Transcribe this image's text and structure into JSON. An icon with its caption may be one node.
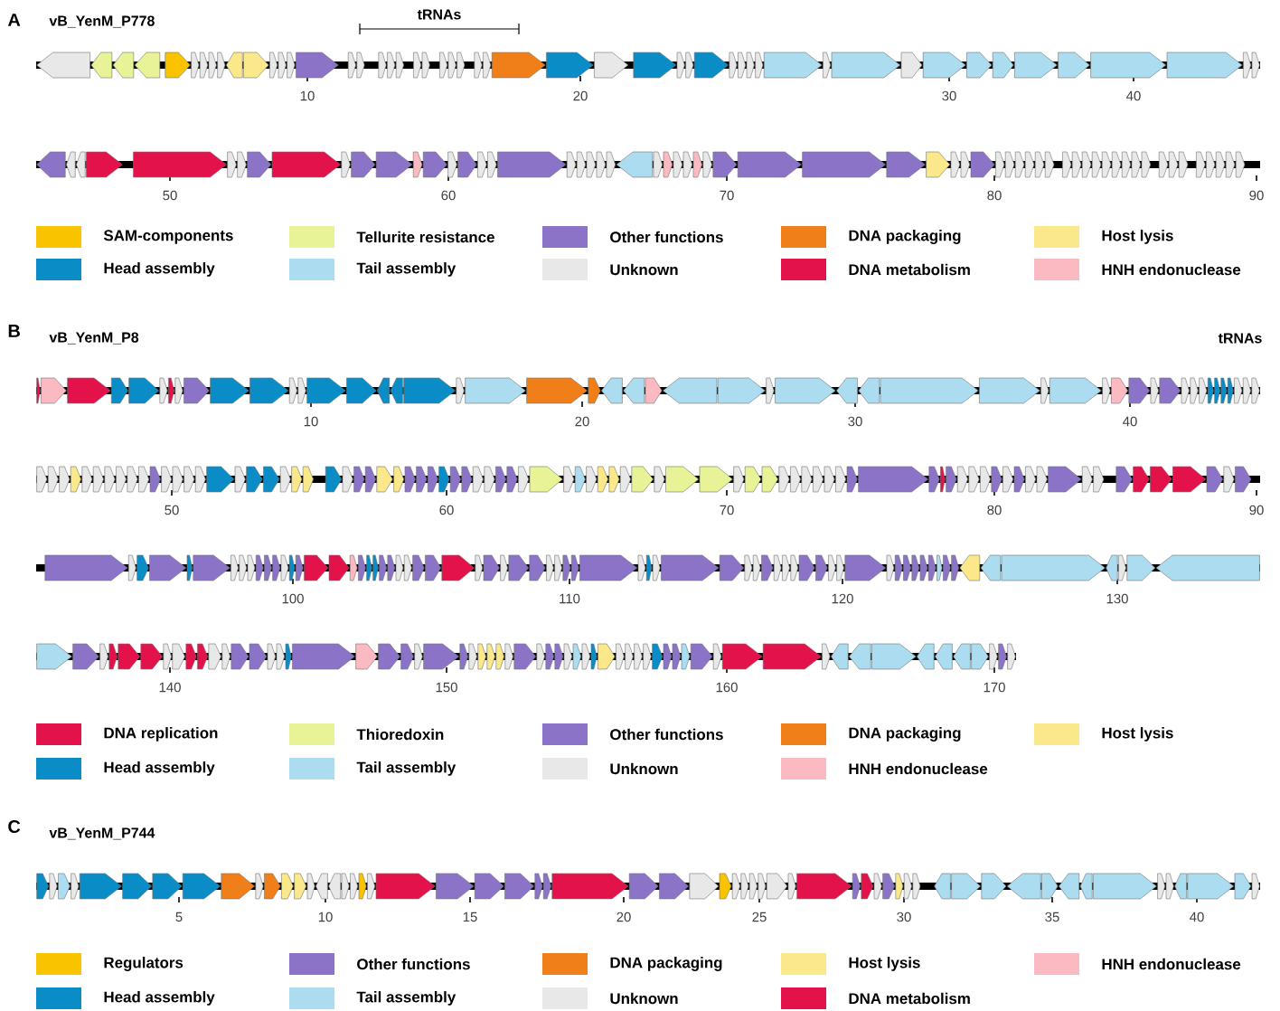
{
  "diagram": {
    "labels": [
      "A",
      "vB_YenM_P778",
      "tRNAs",
      "10",
      "20",
      "30",
      "40",
      "50",
      "60",
      "70",
      "80",
      "90",
      "B",
      "vB_YenM_P8",
      "tRNAs",
      "10",
      "20",
      "30",
      "40",
      "50",
      "60",
      "70",
      "80",
      "90",
      "100",
      "110",
      "120",
      "130",
      "140",
      "150",
      "160",
      "170",
      "C",
      "vB_YenM_P744",
      "5",
      "10",
      "15",
      "20",
      "25",
      "30",
      "35",
      "40"
    ],
    "legend": [
      {
        "text": "SAM-components",
        "color": "#f9c300"
      },
      {
        "text": "Tellurite resistance",
        "color": "#e8f296"
      },
      {
        "text": "Other functions",
        "color": "#8b74c8"
      },
      {
        "text": "DNA packaging",
        "color": "#f07f1a"
      },
      {
        "text": "Host lysis",
        "color": "#fbe88a"
      },
      {
        "text": "Head assembly",
        "color": "#0a8cc6"
      },
      {
        "text": "Tail assembly",
        "color": "#abdcf0"
      },
      {
        "text": "Unknown",
        "color": "#e8e8e8"
      },
      {
        "text": "DNA metabolism",
        "color": "#e3124b"
      },
      {
        "text": "HNH endonuclease",
        "color": "#fbb9c1"
      },
      {
        "text": "DNA replication",
        "color": "#e3124b"
      },
      {
        "text": "Thioredoxin",
        "color": "#e8f296"
      },
      {
        "text": "Other functions",
        "color": "#8b74c8"
      },
      {
        "text": "DNA packaging",
        "color": "#f07f1a"
      },
      {
        "text": "Host lysis",
        "color": "#fbe88a"
      },
      {
        "text": "Head assembly",
        "color": "#0a8cc6"
      },
      {
        "text": "Tail assembly",
        "color": "#abdcf0"
      },
      {
        "text": "Unknown",
        "color": "#e8e8e8"
      },
      {
        "text": "HNH endonuclease",
        "color": "#fbb9c1"
      },
      {
        "text": "Regulators",
        "color": "#f9c300"
      },
      {
        "text": "Other functions",
        "color": "#8b74c8"
      },
      {
        "text": "DNA packaging",
        "color": "#f07f1a"
      },
      {
        "text": "Host lysis",
        "color": "#fbe88a"
      },
      {
        "text": "HNH endonuclease",
        "color": "#fbb9c1"
      },
      {
        "text": "Head assembly",
        "color": "#0a8cc6"
      },
      {
        "text": "Tail assembly",
        "color": "#abdcf0"
      },
      {
        "text": "Unknown",
        "color": "#e8e8e8"
      },
      {
        "text": "DNA metabolism",
        "color": "#e3124b"
      }
    ]
  }
}
